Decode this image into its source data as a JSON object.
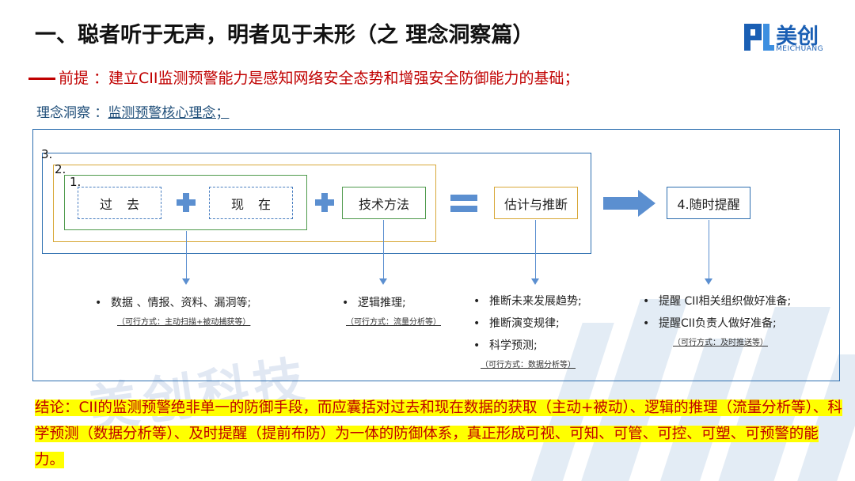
{
  "title": "一、聪者听于无声，明者见于未形（之  理念洞察篇）",
  "logo": {
    "cn": "美创",
    "en": "MEICHUANG",
    "brand_color": "#1a5fb4"
  },
  "premise": {
    "text": "前提 ：建立CII监测预警能力是感知网络安全态势和增强安全防御能力的基础；",
    "color": "#c00000"
  },
  "concept": {
    "label": "理念洞察 ：",
    "value": "监测预警核心理念；"
  },
  "diagram": {
    "box_numbers": [
      "3.",
      "2.",
      "1."
    ],
    "past": "过去",
    "present": "现在",
    "tech": "技术方法",
    "estimate": "估计与推断",
    "remind": "4.随时提醒",
    "col1": {
      "bullets": [
        "数据 、情报、资料、漏洞等;"
      ],
      "note": "（可行方式：主动扫描+被动捕获等）"
    },
    "col2": {
      "bullets": [
        "逻辑推理;"
      ],
      "note": "（可行方式：流量分析等）"
    },
    "col3": {
      "bullets": [
        "推断未来发展趋势;",
        "推断演变规律;",
        "科学预测;"
      ],
      "note": "（可行方式：数据分析等）"
    },
    "col4": {
      "bullets": [
        "提醒 CII相关组织做好准备;",
        "提醒CII负责人做好准备;"
      ],
      "note": "（可行方式：及时推送等）"
    }
  },
  "conclusion": "结论：CII的监测预警绝非单一的防御手段，而应囊括对过去和现在数据的获取（主动+被动）、逻辑的推理（流量分析等）、科学预测（数据分析等）、及时提醒（提前布防）为一体的防御体系，真正形成可视、可知、可管、可控、可塑、可预警的能力。",
  "watermark": "美创科技",
  "colors": {
    "accent": "#2e6fb0",
    "highlight": "#ffff00",
    "title": "#111111"
  }
}
